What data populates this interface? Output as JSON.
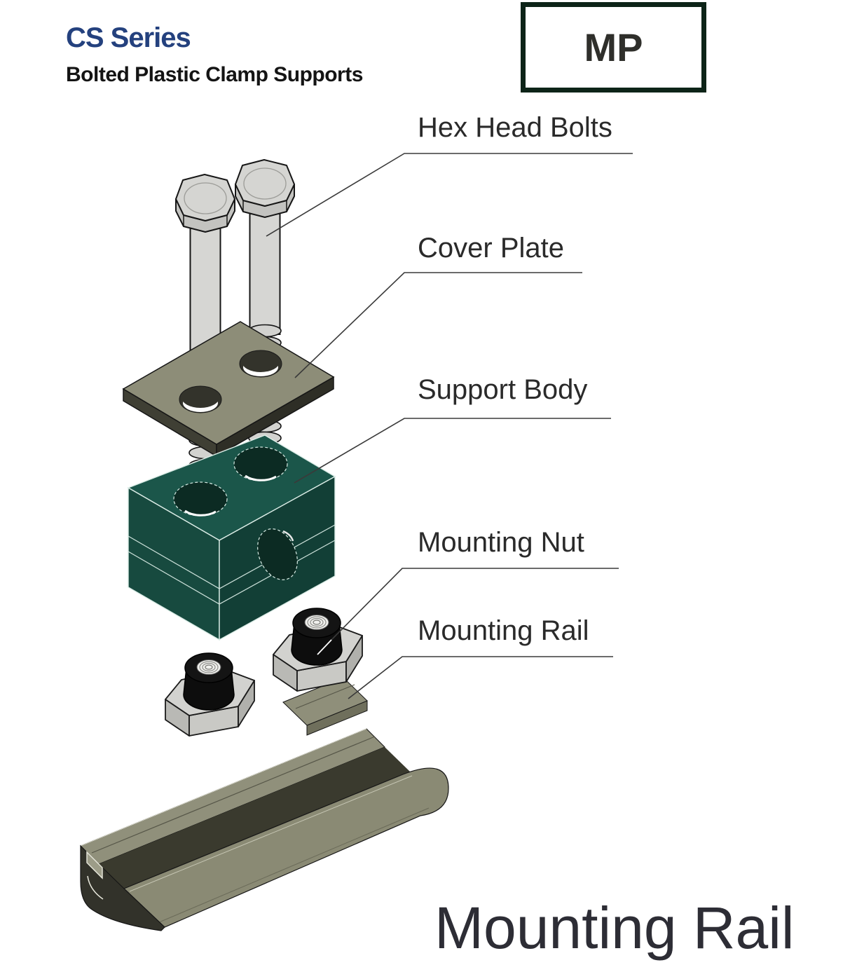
{
  "header": {
    "series_title": "CS Series",
    "subtitle": "Bolted Plastic Clamp Supports",
    "badge": "MP"
  },
  "callouts": {
    "hex_head_bolts": "Hex Head Bolts",
    "cover_plate": "Cover Plate",
    "support_body": "Support Body",
    "mounting_nut": "Mounting Nut",
    "mounting_rail": "Mounting Rail"
  },
  "footer": {
    "caption": "Mounting Rail"
  },
  "colors": {
    "title_blue": "#24417e",
    "badge_border_green": "#0d2418",
    "support_body_green": "#1b564a",
    "hole_dark_green": "#0c2b23",
    "plate_olive": "#8d8d78",
    "rail_olive": "#8a8a74",
    "rail_interior_dark": "#3a3a2e",
    "metal_gray": "#d5d5d2",
    "nut_black": "#0d0d0d",
    "text_dark": "#2a2a2a"
  }
}
